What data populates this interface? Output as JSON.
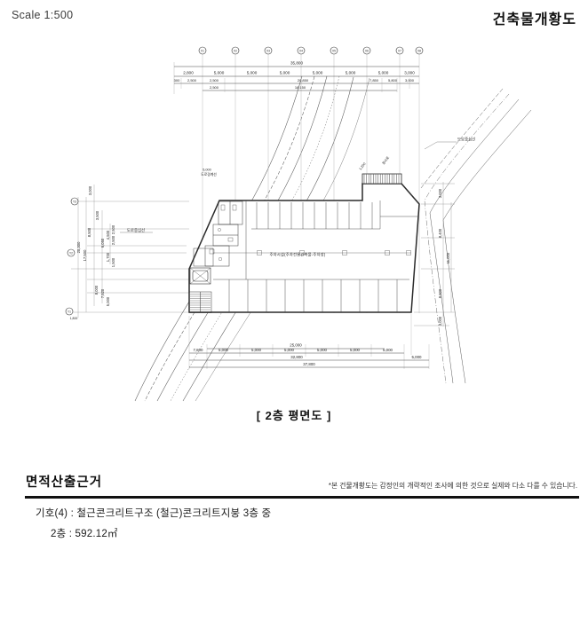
{
  "header": {
    "scale": "Scale  1:500",
    "title": "건축물개황도"
  },
  "drawing": {
    "caption": "[ 2층 평면도 ]",
    "center_label": "주차시설(주차전용건축물-주차장)",
    "road_center_left": "도로중심선",
    "road_center_right": "도로중심선",
    "setback_dim": "5,000",
    "setback_label": "도로경계선",
    "ramp_dim": "1,200",
    "ramp_label": "경사로",
    "grid": {
      "top": [
        "X1",
        "X2",
        "X3",
        "X4",
        "X5",
        "X6",
        "X7",
        "X8"
      ],
      "left": [
        "Y3",
        "Y2",
        "Y1"
      ]
    },
    "dims": {
      "top_overall": "35,800",
      "top_row1": [
        "2,800",
        "5,000",
        "5,000",
        "5,000",
        "5,000",
        "5,000",
        "5,000",
        "3,000"
      ],
      "top_row2": [
        "300",
        "2,500",
        "2,500",
        "20,850",
        "7,850",
        "5,800",
        "3,000"
      ],
      "top_row3": [
        "2,500",
        "18,150"
      ],
      "left": [
        "3,000",
        "3,500",
        "8,500",
        "6,050",
        "4,500",
        "2,500",
        "2,500",
        "1,700",
        "1,500",
        "20,300",
        "17,500",
        "8,000",
        "7,520",
        "5,000",
        "1,800"
      ],
      "right": [
        "3,000",
        "8,400",
        "11,000",
        "8,900",
        "3,000"
      ],
      "bottom_bracket": "25,000",
      "bottom_row1": [
        "7,800",
        "5,000",
        "5,000",
        "5,000",
        "5,000",
        "5,000",
        "5,000"
      ],
      "bottom_row2": [
        "32,800",
        "5,000"
      ],
      "bottom_overall": "37,800"
    }
  },
  "footer": {
    "section_title": "면적산출근거",
    "disclaimer": "*본 건물개황도는 감정인의 개략적인 조사에 의한 것으로 실제와 다소 다를 수 있습니다.",
    "line1": "기호(4) : 철근콘크리트구조 (철근)콘크리트지붕 3층 중",
    "line2": "2층 : 592.12㎡"
  }
}
